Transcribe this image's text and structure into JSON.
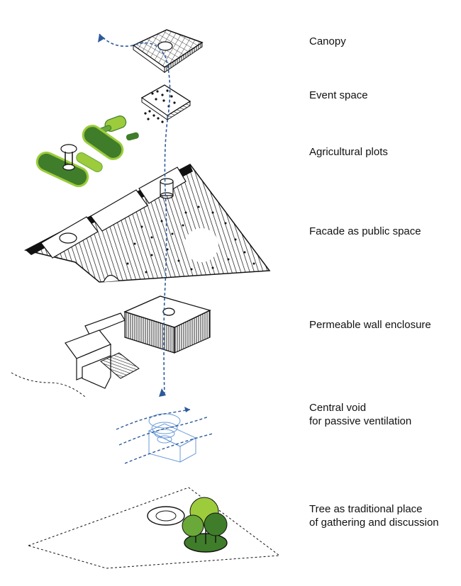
{
  "layers": [
    {
      "id": "canopy",
      "lines": [
        "Canopy"
      ]
    },
    {
      "id": "event",
      "lines": [
        "Event space"
      ]
    },
    {
      "id": "agri",
      "lines": [
        "Agricultural plots"
      ]
    },
    {
      "id": "facade",
      "lines": [
        "Facade as public space"
      ]
    },
    {
      "id": "wall",
      "lines": [
        "Permeable wall enclosure"
      ]
    },
    {
      "id": "void",
      "lines": [
        "Central void",
        "for passive ventilation"
      ]
    },
    {
      "id": "tree",
      "lines": [
        "Tree as traditional place",
        "of gathering and discussion"
      ]
    }
  ],
  "colors": {
    "ink": "#111111",
    "flow": "#2d5a9a",
    "void": "#6a9bd8",
    "green_dark": "#3f7d2a",
    "green_mid": "#6aa83a",
    "green_light": "#9ccc3c"
  }
}
